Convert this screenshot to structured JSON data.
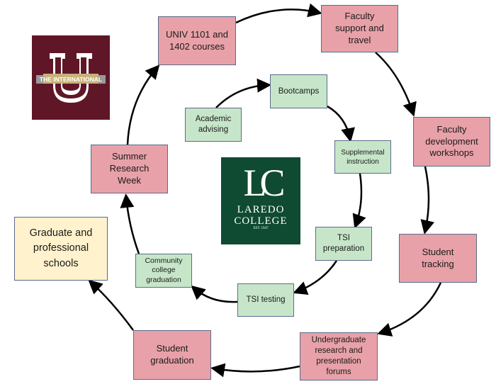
{
  "outer_cycle": [
    {
      "id": "univ",
      "label": "UNIV 1101 and 1402 courses"
    },
    {
      "id": "faculty-support",
      "label": "Faculty support and travel"
    },
    {
      "id": "faculty-dev",
      "label": "Faculty development workshops"
    },
    {
      "id": "student-tracking",
      "label": "Student tracking"
    },
    {
      "id": "undergrad-research",
      "label": "Undergraduate research and presentation forums"
    },
    {
      "id": "student-graduation",
      "label": "Student graduation"
    },
    {
      "id": "summer-research",
      "label": "Summer Research Week"
    }
  ],
  "inner_cycle": [
    {
      "id": "academic-advising",
      "label": "Academic advising"
    },
    {
      "id": "bootcamps",
      "label": "Bootcamps"
    },
    {
      "id": "supplemental",
      "label": "Supplemental instruction"
    },
    {
      "id": "tsi-prep",
      "label": "TSI preparation"
    },
    {
      "id": "tsi-testing",
      "label": "TSI testing"
    },
    {
      "id": "cc-graduation",
      "label": "Community college graduation"
    }
  ],
  "outcome": {
    "label": "Graduate and professional schools"
  },
  "logos": {
    "tamiu": {
      "text": "THE INTERNATIONAL",
      "letter": "U"
    },
    "laredo": {
      "monogram": "LC",
      "line1": "LAREDO",
      "line2": "COLLEGE",
      "est": "EST. 1947"
    }
  },
  "colors": {
    "outer": "#e8a1a8",
    "inner": "#c7e6c9",
    "outcome": "#fff2cc",
    "tamiu": "#5f1728",
    "laredo": "#0f4a32"
  }
}
